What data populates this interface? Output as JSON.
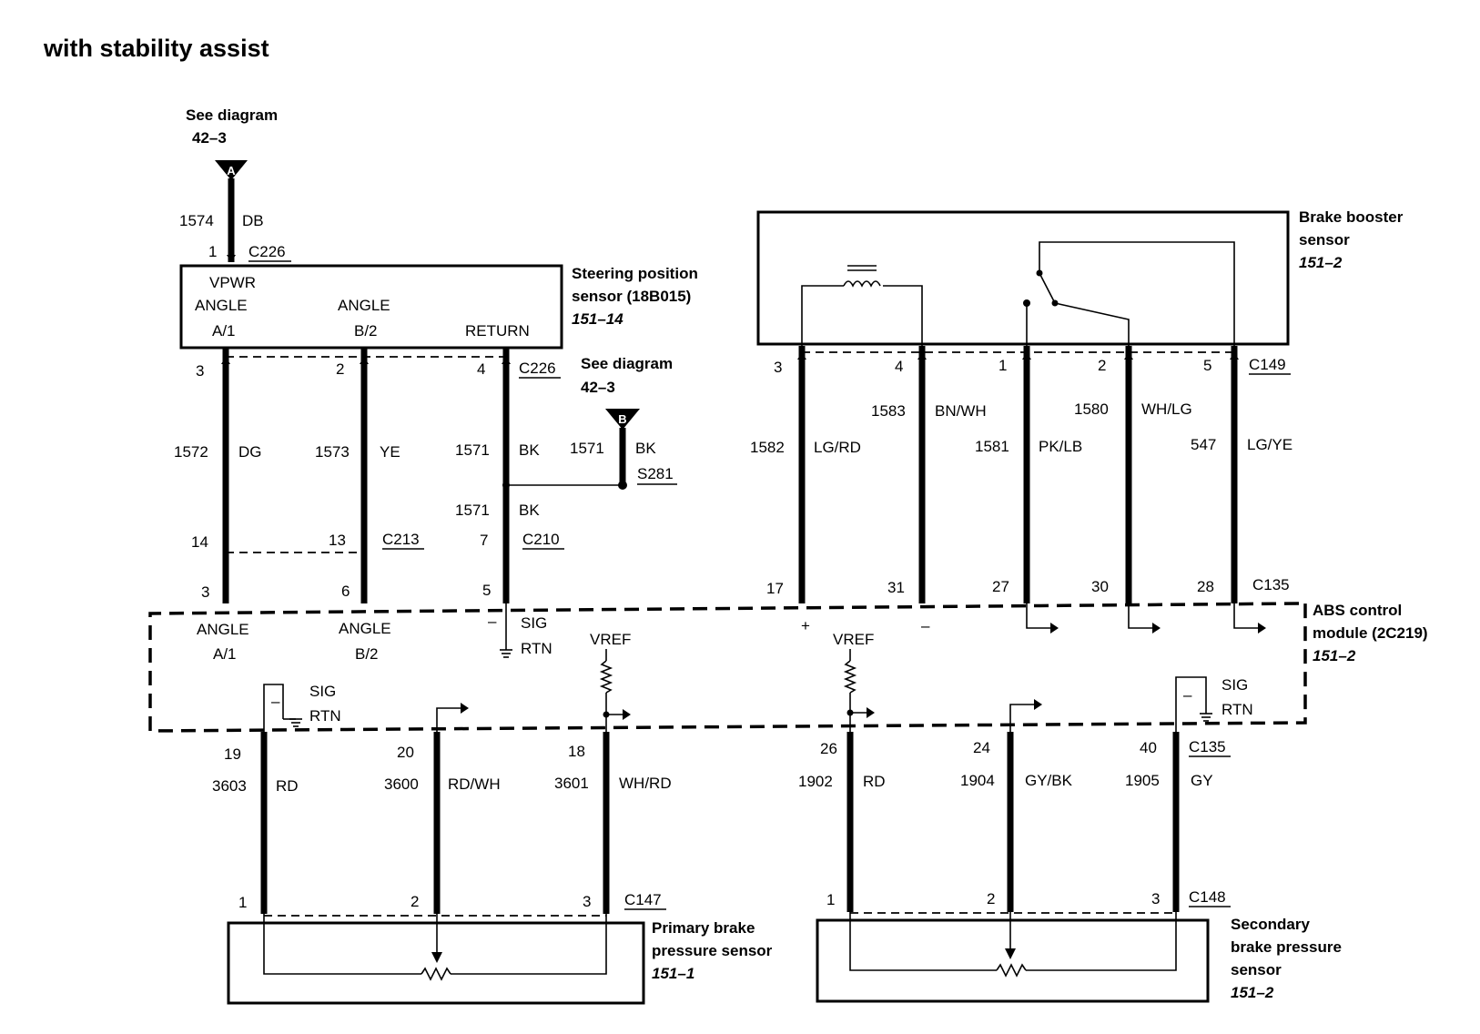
{
  "title": "with stability assist",
  "ref_a": {
    "line1": "See diagram",
    "line2": "42–3",
    "letter": "A"
  },
  "ref_b": {
    "line1": "See diagram",
    "line2": "42–3",
    "letter": "B"
  },
  "vpwr_wire": {
    "circuit": "1574",
    "color": "DB",
    "pin": "1",
    "connector": "C226"
  },
  "steering_sensor": {
    "name_line1": "Steering position",
    "name_line2": "sensor (18B015)",
    "ref": "151–14",
    "vpwr": "VPWR",
    "angle_a": "ANGLE",
    "angle_a_pin": "A/1",
    "angle_b": "ANGLE",
    "angle_b_pin": "B/2",
    "return": "RETURN",
    "connector": "C226"
  },
  "steering_wires": [
    {
      "top_pin": "3",
      "circuit": "1572",
      "color": "DG",
      "mid_pin": "14",
      "bottom_pin": "3"
    },
    {
      "top_pin": "2",
      "circuit": "1573",
      "color": "YE",
      "mid_pin": "13",
      "bottom_pin": "6"
    },
    {
      "top_pin": "4",
      "circuit": "1571",
      "color": "BK",
      "mid_pin": "7",
      "bottom_pin": "5",
      "lower_circuit": "1571",
      "lower_color": "BK"
    }
  ],
  "c213": "C213",
  "c210": "C210",
  "splice": {
    "circuit": "1571",
    "color": "BK",
    "name": "S281"
  },
  "booster_sensor": {
    "line1": "Brake booster",
    "line2": "sensor",
    "ref": "151–2",
    "connector": "C149"
  },
  "booster_wires": [
    {
      "top_pin": "3",
      "circuit": "1582",
      "color": "LG/RD",
      "bottom_pin": "17"
    },
    {
      "top_pin": "4",
      "circuit": "1583",
      "color": "BN/WH",
      "bottom_pin": "31"
    },
    {
      "top_pin": "1",
      "circuit": "1581",
      "color": "PK/LB",
      "bottom_pin": "27"
    },
    {
      "top_pin": "2",
      "circuit": "1580",
      "color": "WH/LG",
      "bottom_pin": "30"
    },
    {
      "top_pin": "5",
      "circuit": "547",
      "color": "LG/YE",
      "bottom_pin": "28"
    }
  ],
  "c135_top": "C135",
  "abs_module": {
    "line1": "ABS control",
    "line2": "module (2C219)",
    "ref": "151–2",
    "angle_a": "ANGLE",
    "angle_a_pin": "A/1",
    "angle_b": "ANGLE",
    "angle_b_pin": "B/2",
    "sig": "SIG",
    "rtn": "RTN",
    "minus": "–",
    "plus": "+",
    "vref": "VREF"
  },
  "c135_bottom": "C135",
  "primary_wires": [
    {
      "top_pin": "19",
      "circuit": "3603",
      "color": "RD",
      "bottom_pin": "1"
    },
    {
      "top_pin": "20",
      "circuit": "3600",
      "color": "RD/WH",
      "bottom_pin": "2"
    },
    {
      "top_pin": "18",
      "circuit": "3601",
      "color": "WH/RD",
      "bottom_pin": "3"
    }
  ],
  "secondary_wires": [
    {
      "top_pin": "26",
      "circuit": "1902",
      "color": "RD",
      "bottom_pin": "1"
    },
    {
      "top_pin": "24",
      "circuit": "1904",
      "color": "GY/BK",
      "bottom_pin": "2"
    },
    {
      "top_pin": "40",
      "circuit": "1905",
      "color": "GY",
      "bottom_pin": "3"
    }
  ],
  "primary_sensor": {
    "line1": "Primary brake",
    "line2": "pressure sensor",
    "ref": "151–1",
    "connector": "C147"
  },
  "secondary_sensor": {
    "line1": "Secondary",
    "line2": "brake pressure",
    "line3": "sensor",
    "ref": "151–2",
    "connector": "C148"
  }
}
